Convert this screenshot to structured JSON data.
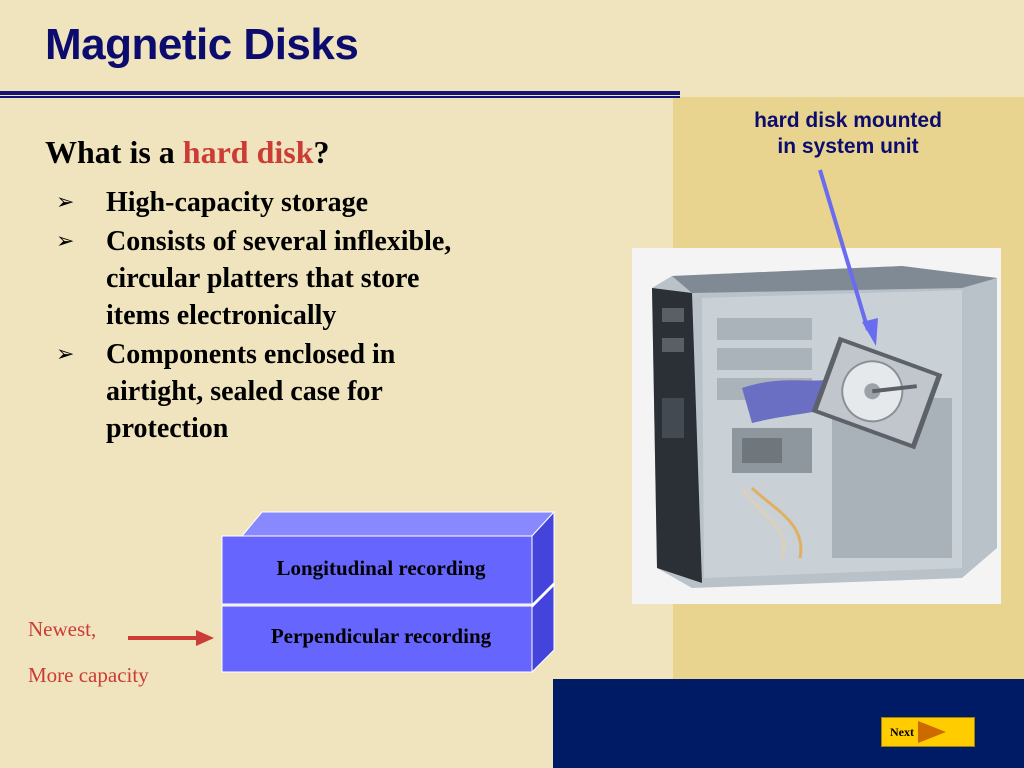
{
  "slide": {
    "title": "Magnetic Disks",
    "question_prefix": "What is a ",
    "question_highlight": "hard disk",
    "question_suffix": "?",
    "bullets": [
      "High-capacity storage",
      "Consists of several inflexible, circular platters that store items electronically",
      "Components enclosed in airtight, sealed case for protection"
    ],
    "bullet_mark": "➢"
  },
  "figure": {
    "caption_line1": "hard disk mounted",
    "caption_line2": "in system unit"
  },
  "recording": {
    "top_layer": "Longitudinal recording",
    "bottom_layer": "Perpendicular recording",
    "note_line1": "Newest,",
    "note_line2": "More capacity"
  },
  "nav": {
    "next_label": "Next"
  },
  "colors": {
    "background": "#efe4bd",
    "title": "#0b0c6d",
    "highlight": "#cc3b35",
    "panel": "#e8d48e",
    "bottom_bar": "#001b66",
    "block_front": "#6666ff",
    "button": "#ffcc00"
  }
}
